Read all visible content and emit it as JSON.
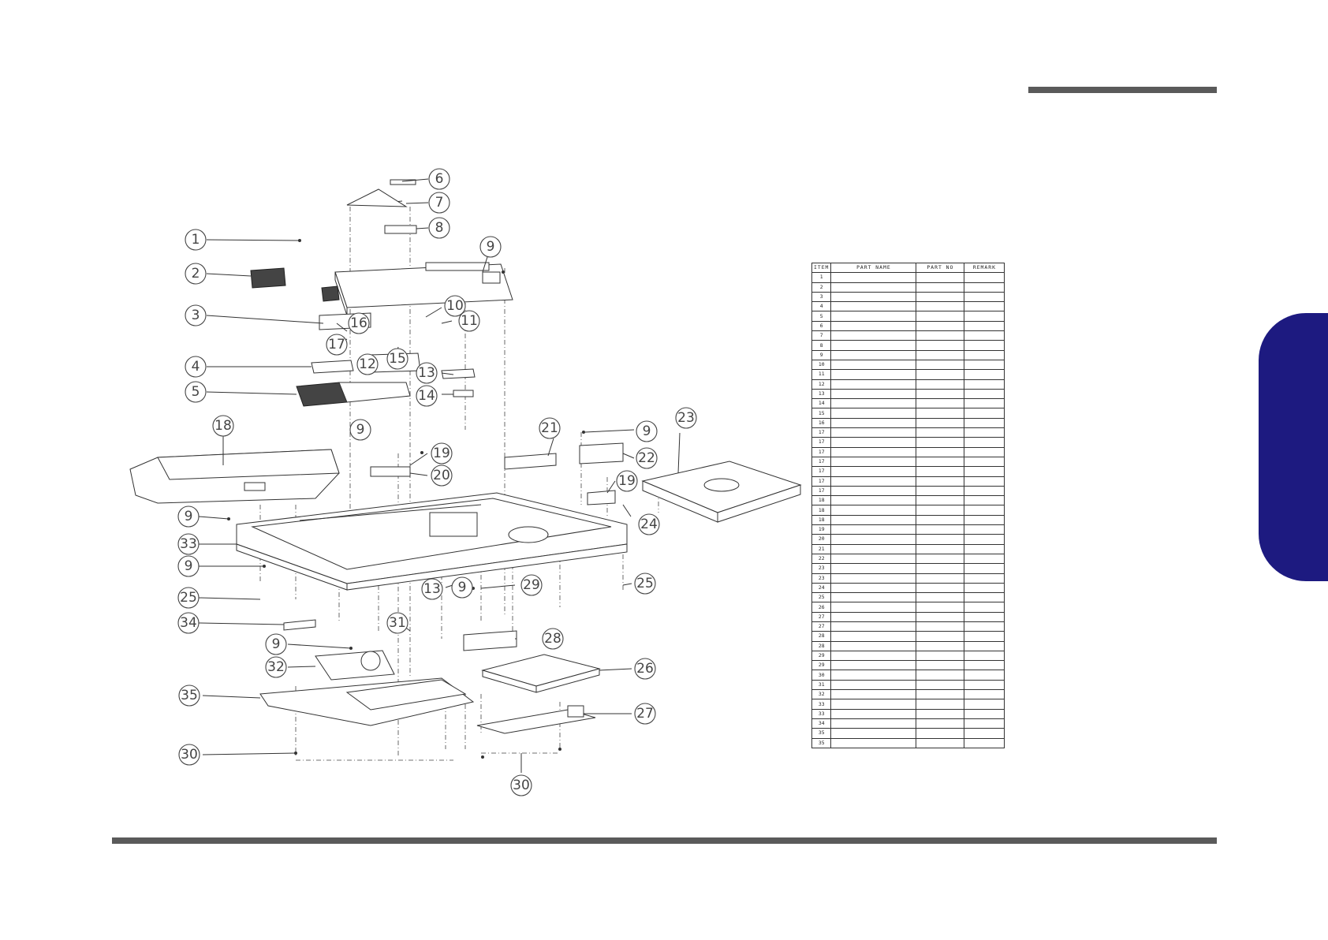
{
  "table": {
    "headers": [
      "ITEM",
      "PART NAME",
      "PART NO",
      "REMARK"
    ],
    "rows": [
      [
        "1",
        "",
        "",
        ""
      ],
      [
        "2",
        "",
        "",
        ""
      ],
      [
        "3",
        "",
        "",
        ""
      ],
      [
        "4",
        "",
        "",
        ""
      ],
      [
        "5",
        "",
        "",
        ""
      ],
      [
        "6",
        "",
        "",
        ""
      ],
      [
        "7",
        "",
        "",
        ""
      ],
      [
        "8",
        "",
        "",
        ""
      ],
      [
        "9",
        "",
        "",
        ""
      ],
      [
        "10",
        "",
        "",
        ""
      ],
      [
        "11",
        "",
        "",
        ""
      ],
      [
        "12",
        "",
        "",
        ""
      ],
      [
        "13",
        "",
        "",
        ""
      ],
      [
        "14",
        "",
        "",
        ""
      ],
      [
        "15",
        "",
        "",
        ""
      ],
      [
        "16",
        "",
        "",
        ""
      ],
      [
        "17",
        "",
        "",
        ""
      ],
      [
        "17",
        "",
        "",
        ""
      ],
      [
        "17",
        "",
        "",
        ""
      ],
      [
        "17",
        "",
        "",
        ""
      ],
      [
        "17",
        "",
        "",
        ""
      ],
      [
        "17",
        "",
        "",
        ""
      ],
      [
        "17",
        "",
        "",
        ""
      ],
      [
        "18",
        "",
        "",
        ""
      ],
      [
        "18",
        "",
        "",
        ""
      ],
      [
        "18",
        "",
        "",
        ""
      ],
      [
        "19",
        "",
        "",
        ""
      ],
      [
        "20",
        "",
        "",
        ""
      ],
      [
        "21",
        "",
        "",
        ""
      ],
      [
        "22",
        "",
        "",
        ""
      ],
      [
        "23",
        "",
        "",
        ""
      ],
      [
        "23",
        "",
        "",
        ""
      ],
      [
        "24",
        "",
        "",
        ""
      ],
      [
        "25",
        "",
        "",
        ""
      ],
      [
        "26",
        "",
        "",
        ""
      ],
      [
        "27",
        "",
        "",
        ""
      ],
      [
        "27",
        "",
        "",
        ""
      ],
      [
        "28",
        "",
        "",
        ""
      ],
      [
        "28",
        "",
        "",
        ""
      ],
      [
        "29",
        "",
        "",
        ""
      ],
      [
        "29",
        "",
        "",
        ""
      ],
      [
        "30",
        "",
        "",
        ""
      ],
      [
        "31",
        "",
        "",
        ""
      ],
      [
        "32",
        "",
        "",
        ""
      ],
      [
        "33",
        "",
        "",
        ""
      ],
      [
        "33",
        "",
        "",
        ""
      ],
      [
        "34",
        "",
        "",
        ""
      ],
      [
        "35",
        "",
        "",
        ""
      ],
      [
        "35",
        "",
        "",
        ""
      ]
    ]
  },
  "callouts": [
    {
      "label": "1"
    },
    {
      "label": "2"
    },
    {
      "label": "3"
    },
    {
      "label": "4"
    },
    {
      "label": "5"
    },
    {
      "label": "6"
    },
    {
      "label": "7"
    },
    {
      "label": "8"
    },
    {
      "label": "9"
    },
    {
      "label": "10"
    },
    {
      "label": "11"
    },
    {
      "label": "12"
    },
    {
      "label": "13"
    },
    {
      "label": "14"
    },
    {
      "label": "15"
    },
    {
      "label": "16"
    },
    {
      "label": "17"
    },
    {
      "label": "9"
    },
    {
      "label": "18"
    },
    {
      "label": "19"
    },
    {
      "label": "20"
    },
    {
      "label": "21"
    },
    {
      "label": "9"
    },
    {
      "label": "22"
    },
    {
      "label": "23"
    },
    {
      "label": "19"
    },
    {
      "label": "24"
    },
    {
      "label": "9"
    },
    {
      "label": "33"
    },
    {
      "label": "9"
    },
    {
      "label": "25"
    },
    {
      "label": "34"
    },
    {
      "label": "13"
    },
    {
      "label": "9"
    },
    {
      "label": "29"
    },
    {
      "label": "25"
    },
    {
      "label": "31"
    },
    {
      "label": "28"
    },
    {
      "label": "9"
    },
    {
      "label": "32"
    },
    {
      "label": "26"
    },
    {
      "label": "35"
    },
    {
      "label": "27"
    },
    {
      "label": "30"
    },
    {
      "label": "30"
    }
  ]
}
